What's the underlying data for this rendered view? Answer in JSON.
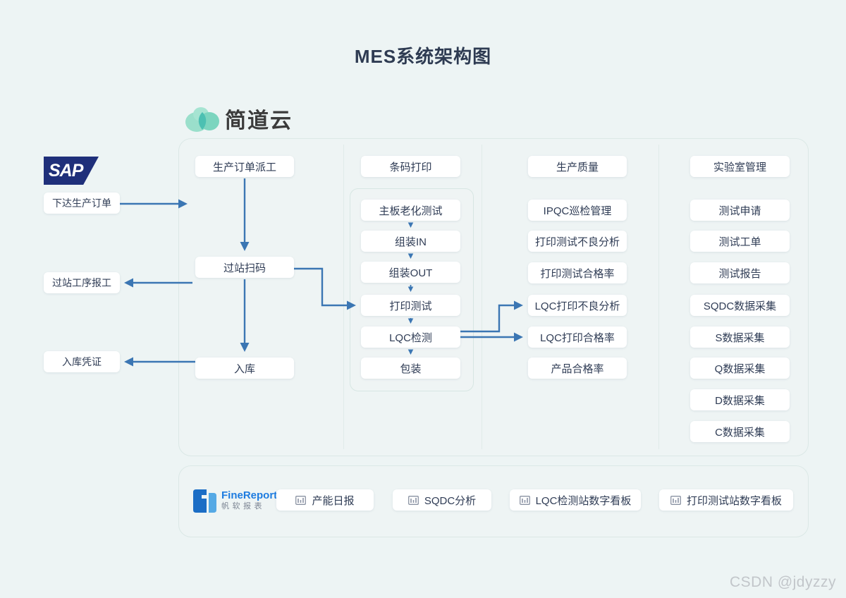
{
  "title": "MES系统架构图",
  "watermark": "CSDN @jdyzzy",
  "logos": {
    "jiandaoyun": "简道云",
    "sap": "SAP",
    "finereport_name": "FineReport",
    "finereport_sub": "帆软报表"
  },
  "sap_flow": {
    "issue_order": "下达生产订单",
    "station_report": "过站工序报工",
    "warehouse_receipt": "入库凭证"
  },
  "production": {
    "dispatch": "生产订单派工",
    "scan": "过站扫码",
    "inbound": "入库",
    "barcode": "条码打印",
    "process": [
      "主板老化测试",
      "组装IN",
      "组装OUT",
      "打印测试",
      "LQC检测",
      "包装"
    ],
    "quality_header": "生产质量",
    "quality": [
      "IPQC巡检管理",
      "打印测试不良分析",
      "打印测试合格率",
      "LQC打印不良分析",
      "LQC打印合格率",
      "产品合格率"
    ],
    "lab_header": "实验室管理",
    "lab": [
      "测试申请",
      "测试工单",
      "测试报告",
      "SQDC数据采集",
      "S数据采集",
      "Q数据采集",
      "D数据采集",
      "C数据采集"
    ]
  },
  "reports": [
    "产能日报",
    "SQDC分析",
    "LQC检测站数字看板",
    "打印测试站数字看板"
  ],
  "colors": {
    "background": "#edf4f4",
    "arrow": "#3b76b3",
    "box_text": "#2f3c55",
    "sap_blue": "#1f2f7a",
    "finereport_blue": "#1e7ce0",
    "jdy_teal": "#4cc0b2",
    "container_border": "#dbe8e6"
  }
}
